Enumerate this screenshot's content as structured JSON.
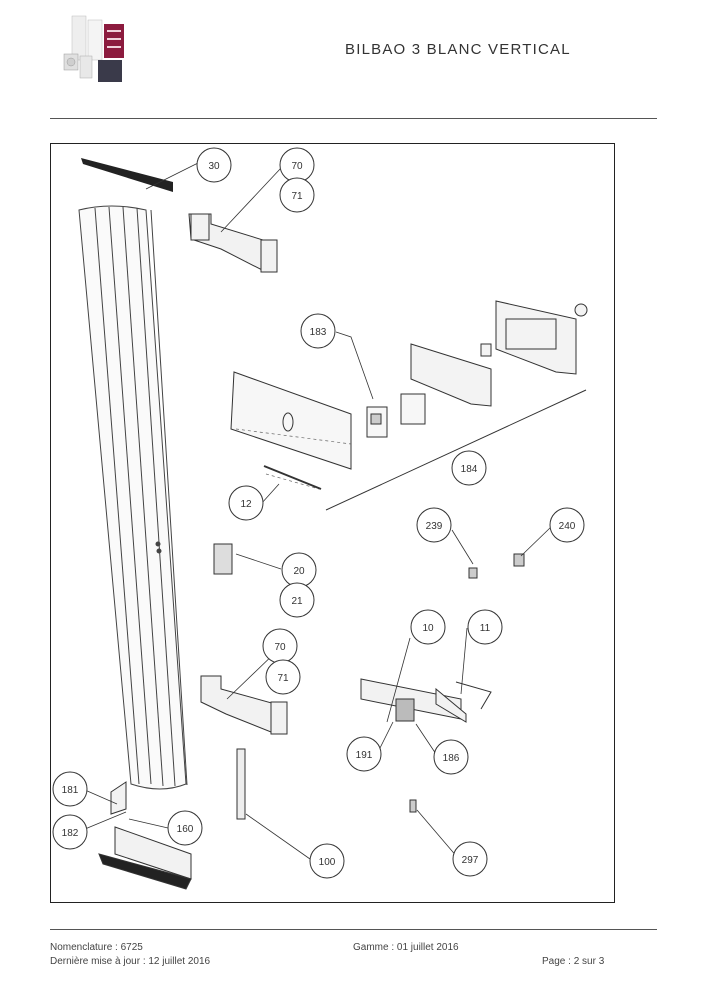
{
  "header": {
    "title": "BILBAO 3 BLANC VERTICAL",
    "logo_icon": "radiator-product-logo"
  },
  "diagram": {
    "callouts": [
      "30",
      "70",
      "71",
      "183",
      "184",
      "12",
      "239",
      "240",
      "20",
      "21",
      "10",
      "11",
      "70",
      "71",
      "191",
      "186",
      "181",
      "182",
      "160",
      "100",
      "297"
    ]
  },
  "footer": {
    "nomenclature": "Nomenclature : 6725",
    "gamme": "Gamme : 01 juillet 2016",
    "mise_a_jour": "Dernière mise à jour : 12 juillet 2016",
    "page": "Page : 2 sur 3"
  }
}
